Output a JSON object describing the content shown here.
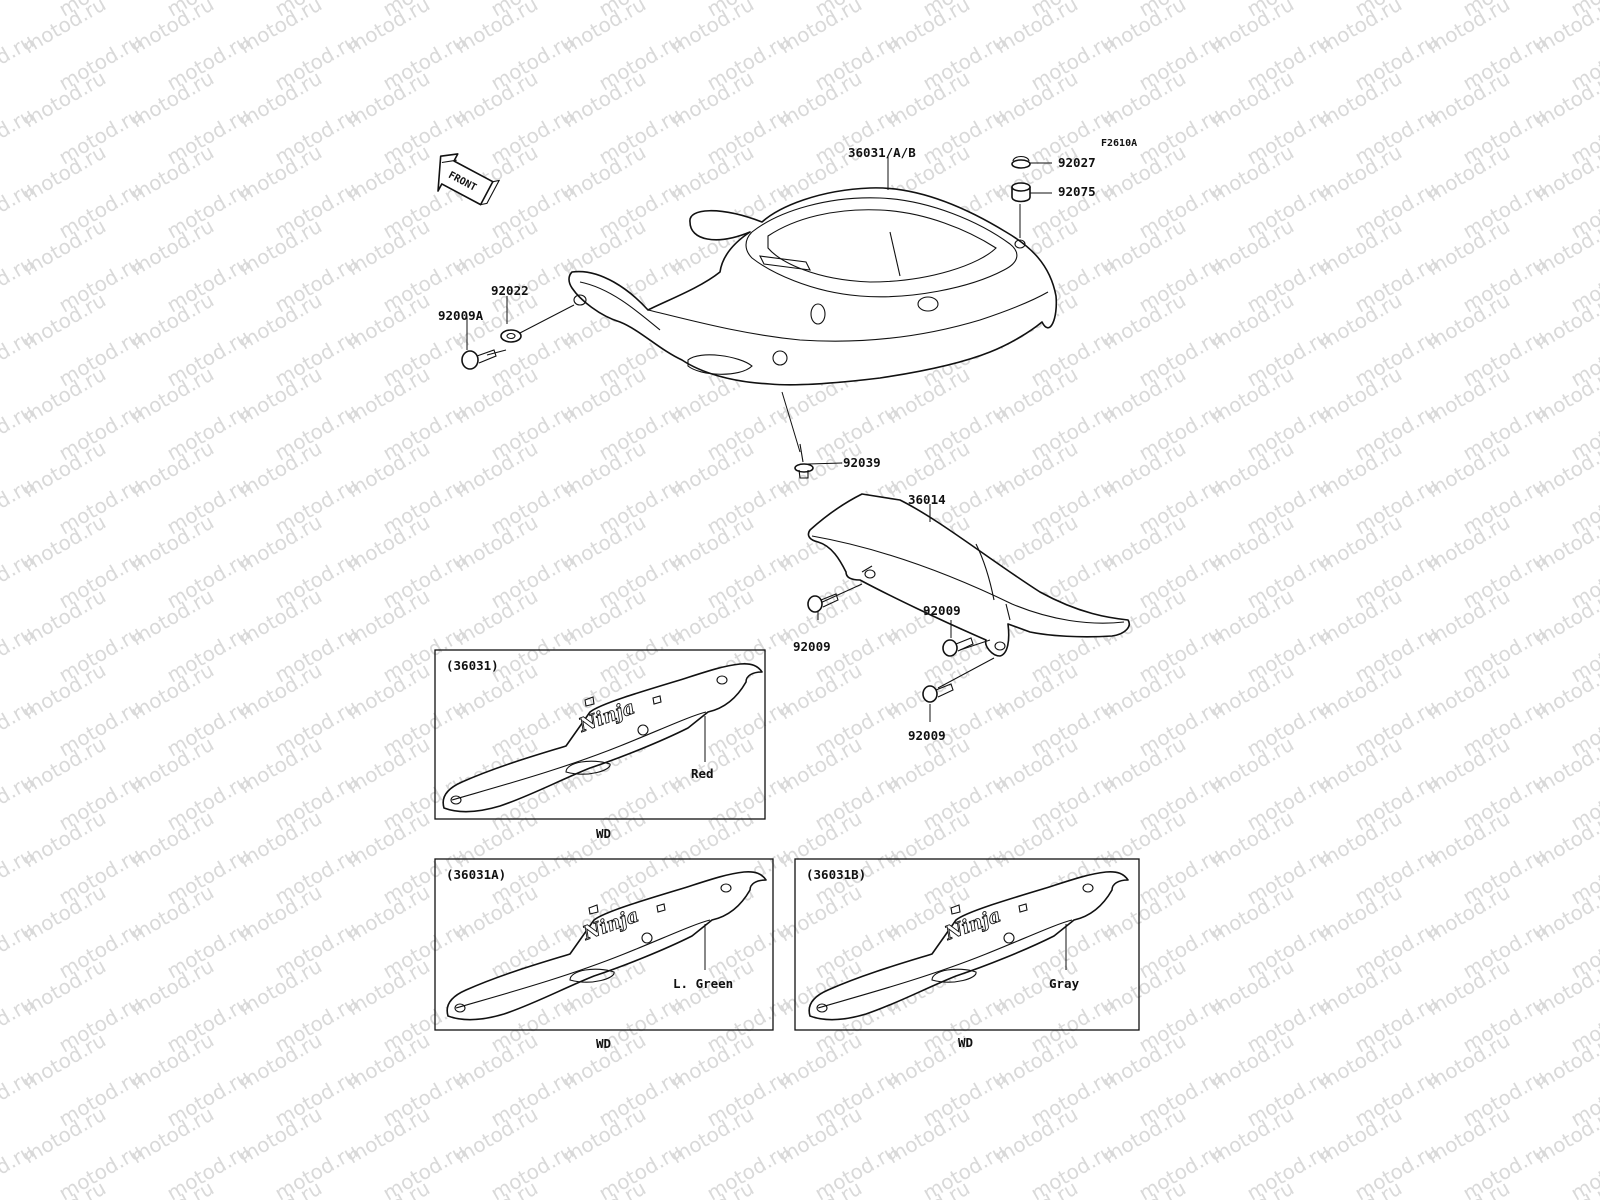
{
  "watermark": "motod.ru",
  "figure_code": "F2610A",
  "front_label": "FRONT",
  "parts": {
    "tail_cover": "36031/A/B",
    "cap": "92027",
    "damper": "92075",
    "washer": "92022",
    "bolt_a": "92009A",
    "rivet": "92039",
    "chain_guard": "36014",
    "bolt_1": "92009",
    "bolt_2": "92009",
    "bolt_3": "92009"
  },
  "variants": [
    {
      "code": "(36031)",
      "color": "Red",
      "region": "WD",
      "logo": "Ninja"
    },
    {
      "code": "(36031A)",
      "color": "L. Green",
      "region": "WD",
      "logo": "Ninja"
    },
    {
      "code": "(36031B)",
      "color": "Gray",
      "region": "WD",
      "logo": "Ninja"
    }
  ]
}
